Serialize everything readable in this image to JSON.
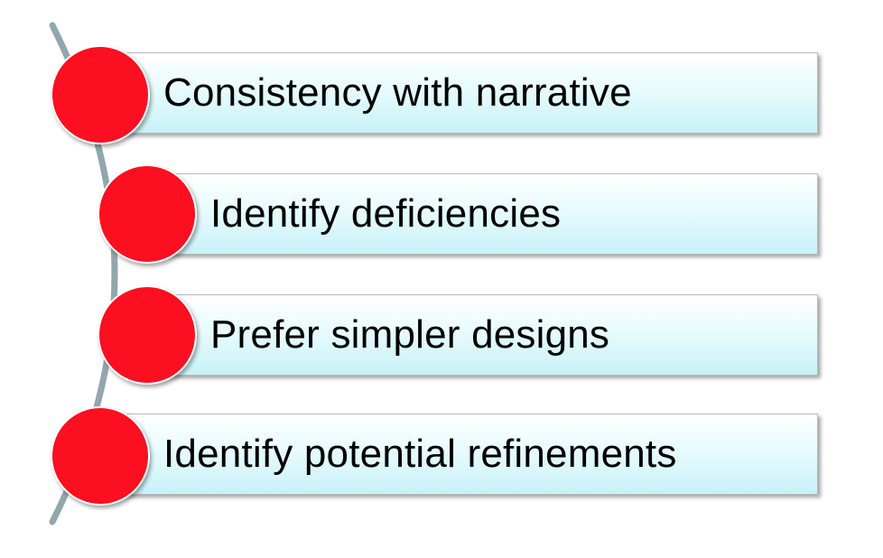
{
  "diagram": {
    "colors": {
      "circle": "#fb0f20",
      "bar_top": "#ffffff",
      "bar_bottom": "#c7f2f8",
      "connector": "#91a7ad"
    },
    "items": [
      {
        "label": "Consistency with narrative"
      },
      {
        "label": "Identify deficiencies"
      },
      {
        "label": "Prefer simpler designs"
      },
      {
        "label": "Identify potential refinements"
      }
    ]
  }
}
